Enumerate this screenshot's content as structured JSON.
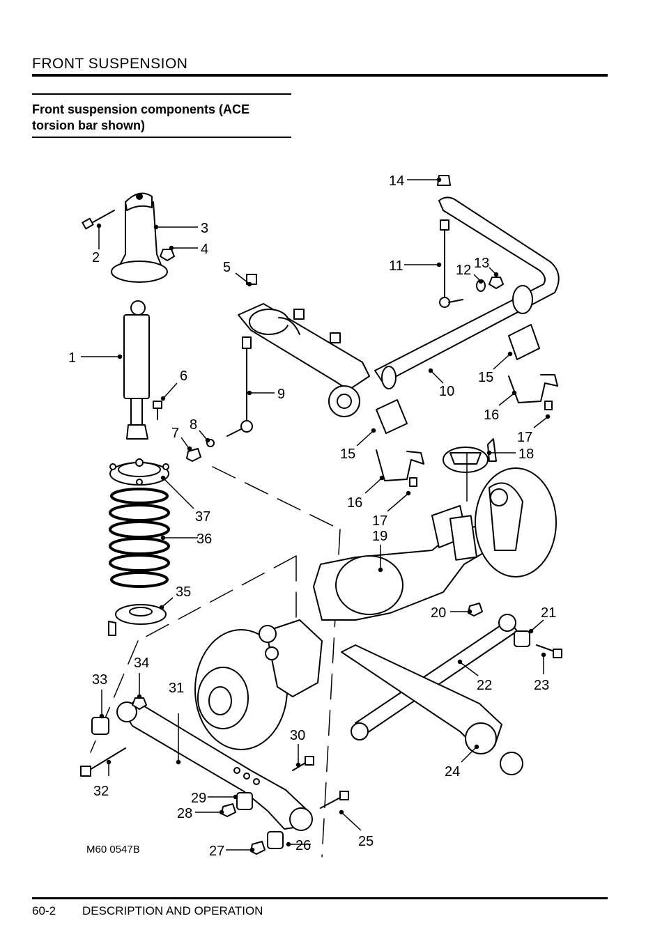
{
  "header": {
    "title": "FRONT SUSPENSION"
  },
  "section": {
    "title": "Front suspension components (ACE torsion bar shown)"
  },
  "figure": {
    "reference": "M60 0547B",
    "callouts": [
      "1",
      "2",
      "3",
      "4",
      "5",
      "6",
      "7",
      "8",
      "9",
      "10",
      "11",
      "12",
      "13",
      "14",
      "15",
      "15",
      "16",
      "16",
      "17",
      "17",
      "18",
      "19",
      "20",
      "21",
      "22",
      "23",
      "24",
      "25",
      "26",
      "27",
      "28",
      "29",
      "30",
      "31",
      "32",
      "33",
      "34",
      "35",
      "36",
      "37"
    ]
  },
  "footer": {
    "page_number": "60-2",
    "section_name": "DESCRIPTION AND OPERATION"
  }
}
